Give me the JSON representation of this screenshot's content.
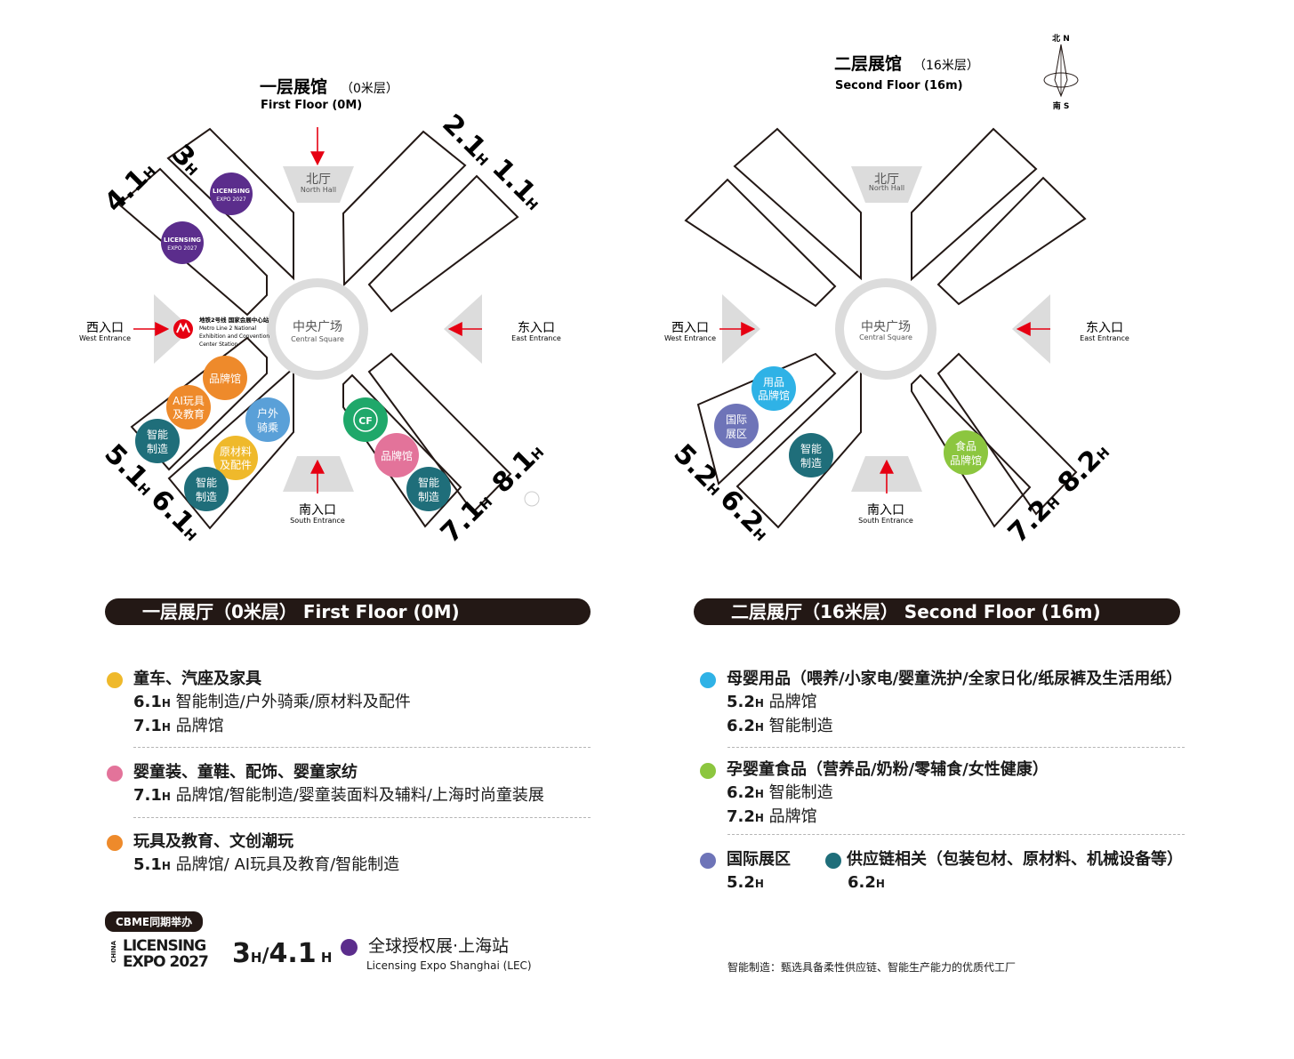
{
  "floor1": {
    "title_cn": "一层展馆",
    "title_sub": "（0米层）",
    "title_en": "First Floor (0M)",
    "north_hall_cn": "北厅",
    "north_hall_en": "North Hall",
    "central_cn": "中央广场",
    "central_en": "Central Square",
    "west_cn": "西入口",
    "west_en": "West Entrance",
    "east_cn": "东入口",
    "east_en": "East Entrance",
    "south_cn": "南入口",
    "south_en": "South Entrance",
    "metro_cn": "地铁2号线 国家会展中心站",
    "metro_en1": "Metro Line 2   National",
    "metro_en2": "Exhibition and Convention",
    "metro_en3": "Center Station",
    "hall_labels": {
      "h3": "3",
      "h41": "4.1",
      "h21": "2.1",
      "h11": "1.1",
      "h51": "5.1",
      "h61": "6.1",
      "h71": "7.1",
      "h81": "8.1",
      "suffix": "H"
    },
    "circles": {
      "brand": "品牌馆",
      "ai1": "AI玩具",
      "ai2": "及教育",
      "smart1": "智能",
      "smart2": "制造",
      "outdoor1": "户外",
      "outdoor2": "骑乘",
      "raw1": "原材料",
      "raw2": "及配件",
      "smart_b1": "智能",
      "smart_b2": "制造",
      "cf": "CF",
      "brand2": "品牌馆",
      "smart_c1": "智能",
      "smart_c2": "制造"
    },
    "lic_logo": {
      "l1": "LICENSING",
      "l2": "EXPO 2027"
    }
  },
  "floor2": {
    "title_cn": "二层展馆",
    "title_sub": "（16米层）",
    "title_en": "Second Floor (16m)",
    "north_hall_cn": "北厅",
    "north_hall_en": "North Hall",
    "central_cn": "中央广场",
    "central_en": "Central Square",
    "west_cn": "西入口",
    "west_en": "West Entrance",
    "east_cn": "东入口",
    "east_en": "East Entrance",
    "south_cn": "南入口",
    "south_en": "South Entrance",
    "hall_labels": {
      "h52": "5.2",
      "h62": "6.2",
      "h72": "7.2",
      "h82": "8.2",
      "suffix": "H"
    },
    "circles": {
      "supplies1": "用品",
      "supplies2": "品牌馆",
      "intl1": "国际",
      "intl2": "展区",
      "smart1": "智能",
      "smart2": "制造",
      "food1": "食品",
      "food2": "品牌馆"
    }
  },
  "compass": {
    "north": "北 N",
    "south": "南 S"
  },
  "bars": {
    "first": "一层展厅（0米层） First Floor (0M)",
    "second": "二层展厅（16米层） Second Floor (16m)"
  },
  "legend_left": [
    {
      "color": "#efb92b",
      "title": "童车、汽座及家具",
      "lines": [
        {
          "hall": "6.1",
          "text": "智能制造/户外骑乘/原材料及配件"
        },
        {
          "hall": "7.1",
          "text": "品牌馆"
        }
      ]
    },
    {
      "color": "#e3739a",
      "title": "婴童装、童鞋、配饰、婴童家纺",
      "lines": [
        {
          "hall": "7.1",
          "text": "品牌馆/智能制造/婴童装面料及辅料/上海时尚童装展"
        }
      ]
    },
    {
      "color": "#ee8a2b",
      "title": "玩具及教育、文创潮玩",
      "lines": [
        {
          "hall": "5.1",
          "text": "品牌馆/ AI玩具及教育/智能制造"
        }
      ]
    }
  ],
  "legend_right": [
    {
      "color": "#2fb2e6",
      "title": "母婴用品（喂养/小家电/婴童洗护/全家日化/纸尿裤及生活用纸）",
      "lines": [
        {
          "hall": "5.2",
          "text": "品牌馆"
        },
        {
          "hall": "6.2",
          "text": "智能制造"
        }
      ]
    },
    {
      "color": "#8cc63f",
      "title": "孕婴童食品（营养品/奶粉/零辅食/女性健康）",
      "lines": [
        {
          "hall": "6.2",
          "text": "智能制造"
        },
        {
          "hall": "7.2",
          "text": "品牌馆"
        }
      ]
    }
  ],
  "legend_right_bottom": {
    "intl": {
      "color": "#6e74b8",
      "title": "国际展区",
      "hall": "5.2"
    },
    "supply": {
      "color": "#1f6e7a",
      "title": "供应链相关（包装包材、原材料、机械设备等）",
      "hall": "6.2"
    }
  },
  "hall_suffix": "H",
  "cbme": "CBME同期举办",
  "lic": {
    "china": "CHINA",
    "licensing": "LICENSING",
    "expo": "EXPO 2027",
    "halls": "3",
    "halls2": "4.1",
    "sep": "/",
    "suffix": "H",
    "color": "#5b2d8c",
    "title": "全球授权展·上海站",
    "subtitle": "Licensing Expo Shanghai (LEC)"
  },
  "footnote": "智能制造：甄选具备柔性供应链、智能生产能力的优质代工厂",
  "colors": {
    "yellow": "#efb92b",
    "pink": "#e3739a",
    "orange": "#ee8a2b",
    "blue": "#5aa0d8",
    "teal": "#1f6e7a",
    "green": "#8cc63f",
    "sky": "#2fb2e6",
    "indigo": "#6e74b8",
    "purple": "#5b2d8c",
    "red": "#e60012",
    "dark": "#231815",
    "gray": "#dcdcdc"
  }
}
